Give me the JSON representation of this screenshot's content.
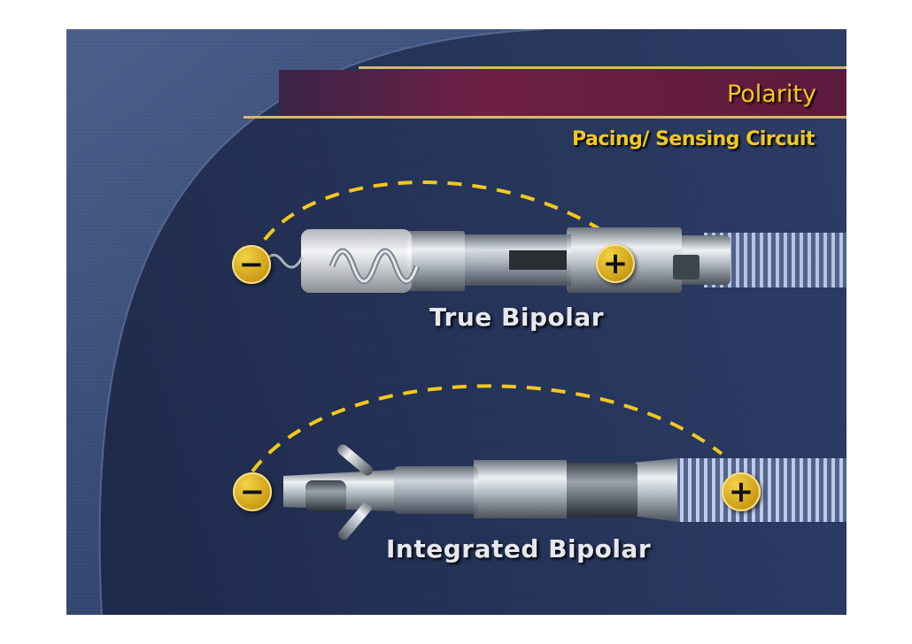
{
  "slide": {
    "title": "Polarity",
    "subtitle": "Pacing/ Sensing Circuit",
    "colors": {
      "background": "#2a3a60",
      "banner": "#6e1f45",
      "text_accent": "#f2c81e",
      "circuit_path": "#f2c81e",
      "electrode": "#d4a421"
    }
  },
  "leads": [
    {
      "label": "True Bipolar",
      "negative_pole": {
        "symbol": "−",
        "icon": "minus-icon"
      },
      "positive_pole": {
        "symbol": "+",
        "icon": "plus-icon"
      }
    },
    {
      "label": "Integrated Bipolar",
      "negative_pole": {
        "symbol": "−",
        "icon": "minus-icon"
      },
      "positive_pole": {
        "symbol": "+",
        "icon": "plus-icon"
      }
    }
  ]
}
